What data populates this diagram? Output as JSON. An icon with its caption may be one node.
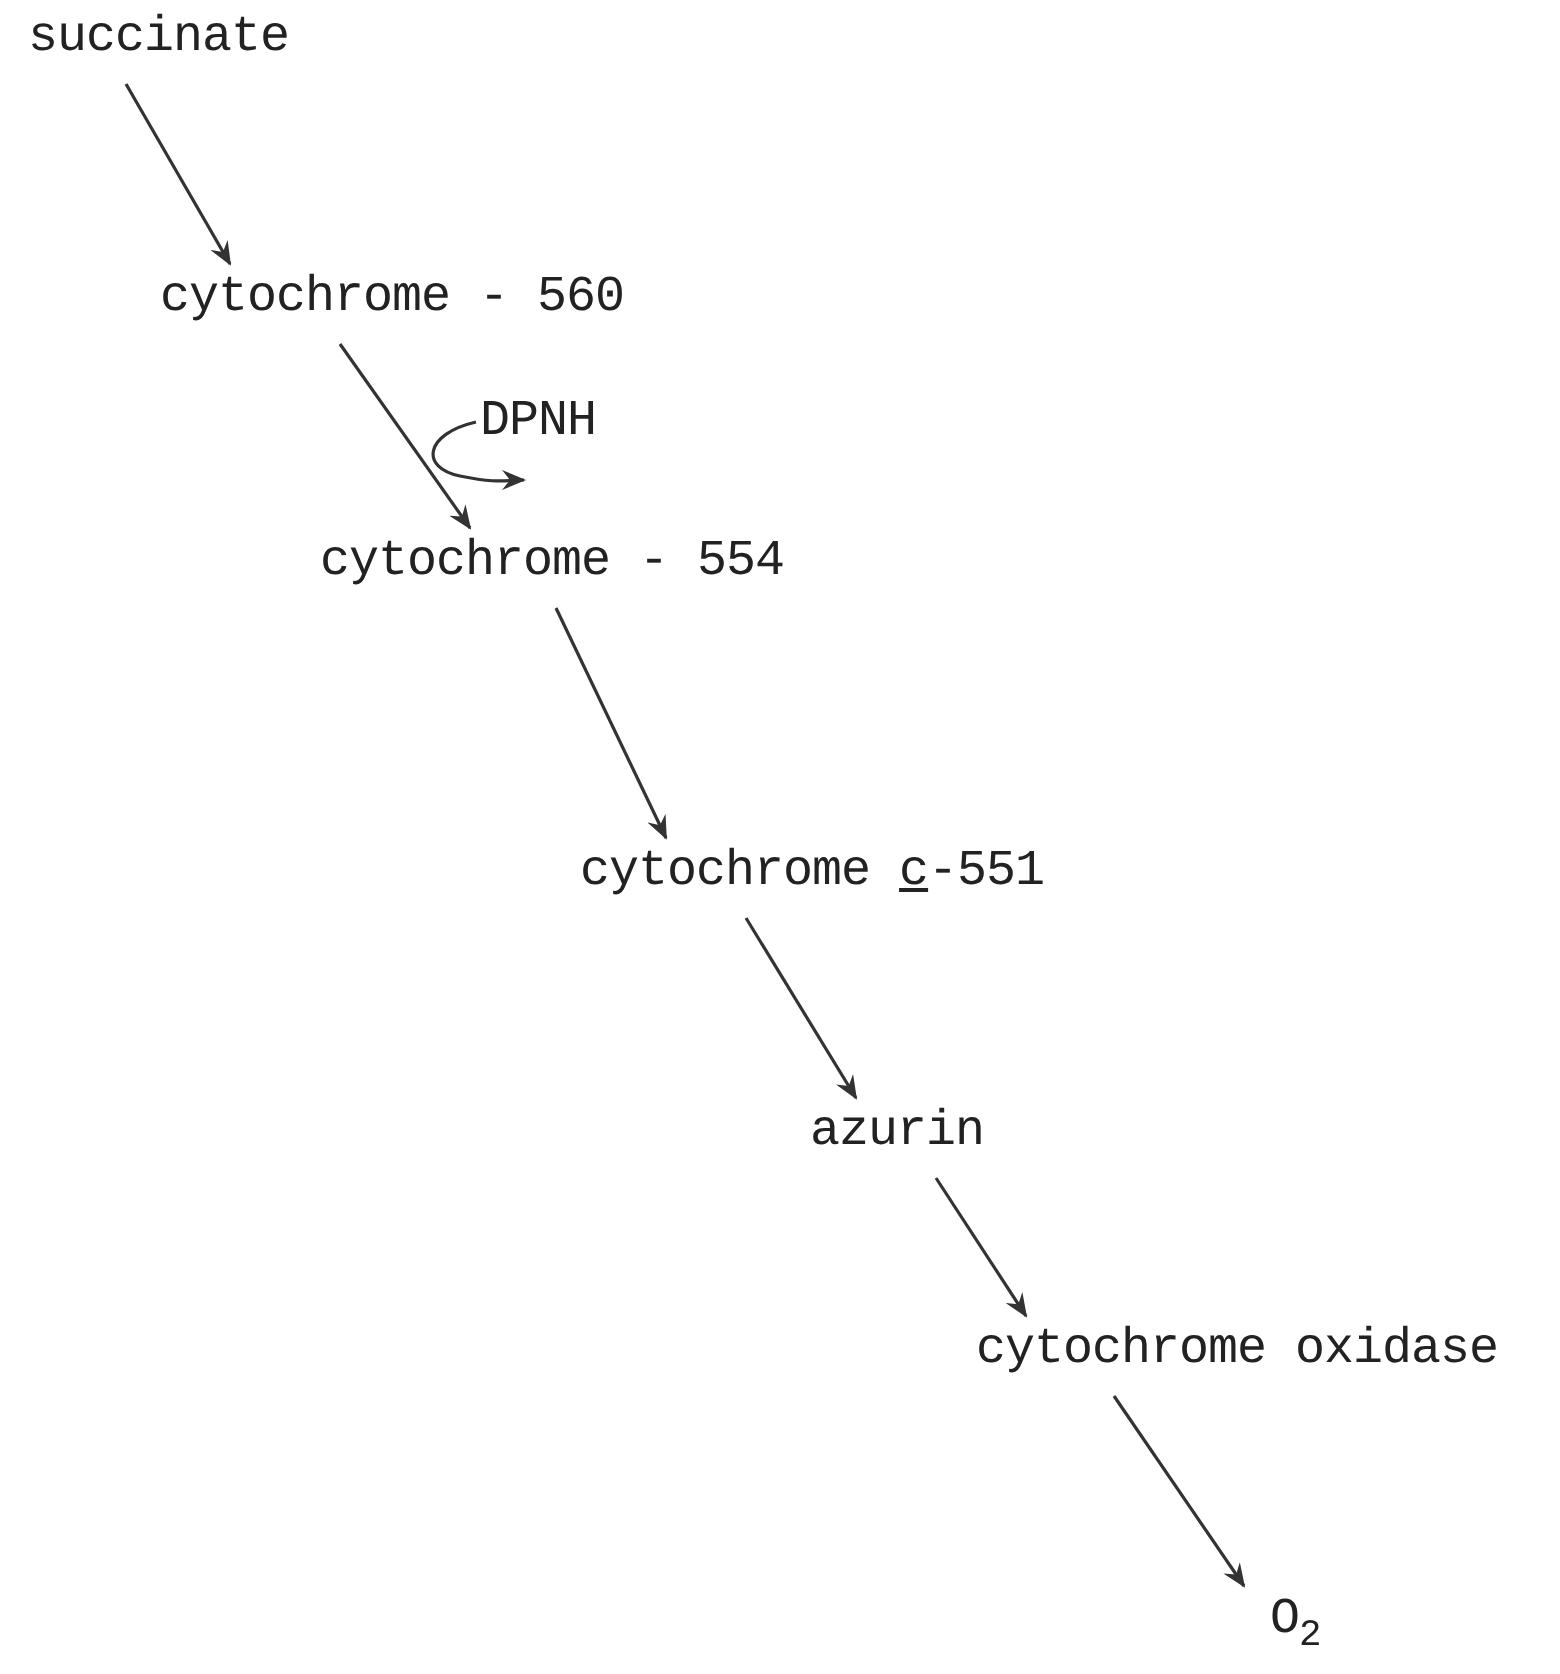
{
  "diagram": {
    "nodes": [
      {
        "text": [
          "succinate"
        ]
      },
      {
        "text": [
          "cytochrome - 560"
        ]
      },
      {
        "text": [
          "DPNH"
        ]
      },
      {
        "text": [
          "cytochrome - 554"
        ]
      },
      {
        "text": [
          "cytochrome *c*-551"
        ]
      },
      {
        "text": [
          "azurin"
        ]
      },
      {
        "text": [
          "cytochrome oxidase"
        ]
      },
      {
        "text": [
          "O$_{2}$"
        ]
      }
    ],
    "edges": [
      {
        "from": 0,
        "to": 1,
        "arrow": "to"
      },
      {
        "from": 1,
        "to": 3,
        "arrow": "to"
      },
      {
        "from": 2,
        "to": null,
        "arrow": "to"
      },
      {
        "from": 3,
        "to": 4,
        "arrow": "to"
      },
      {
        "from": 4,
        "to": 5,
        "arrow": "to"
      },
      {
        "from": 5,
        "to": 6,
        "arrow": "to"
      },
      {
        "from": 6,
        "to": 7,
        "arrow": "to"
      }
    ]
  }
}
